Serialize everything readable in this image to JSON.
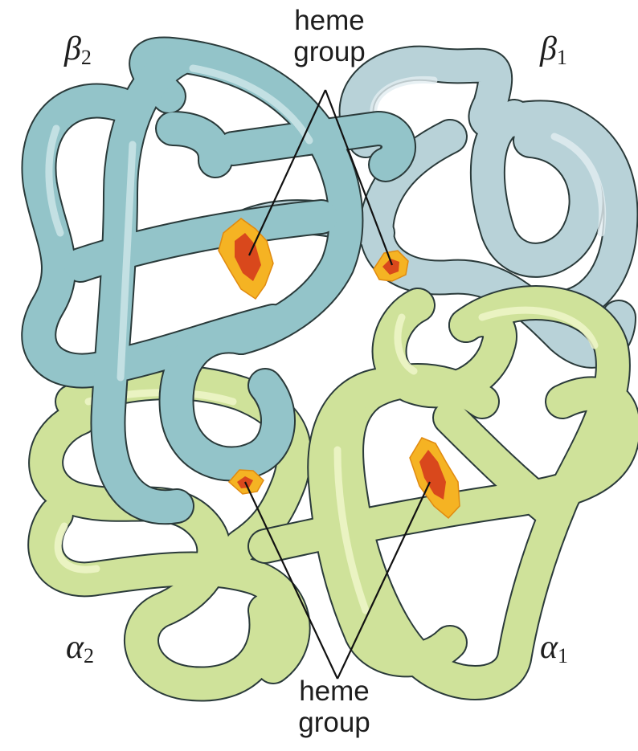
{
  "labels": {
    "heme_top_line1": "heme",
    "heme_top_line2": "group",
    "heme_bottom_line1": "heme",
    "heme_bottom_line2": "group",
    "beta2_symbol": "β",
    "beta2_sub": "2",
    "beta1_symbol": "β",
    "beta1_sub": "1",
    "alpha2_symbol": "α",
    "alpha2_sub": "2",
    "alpha1_symbol": "α",
    "alpha1_sub": "1"
  },
  "colors": {
    "beta2_tube": "#93c4c9",
    "beta2_highlight": "#cfe7ea",
    "beta1_tube": "#b8d2d8",
    "beta1_highlight": "#e2eef1",
    "alpha_tube": "#cfe29a",
    "alpha_highlight": "#eef6c9",
    "outline": "#2a3a3a",
    "heme_outer": "#f5b323",
    "heme_inner": "#d9481c",
    "leader_line": "#111111"
  }
}
